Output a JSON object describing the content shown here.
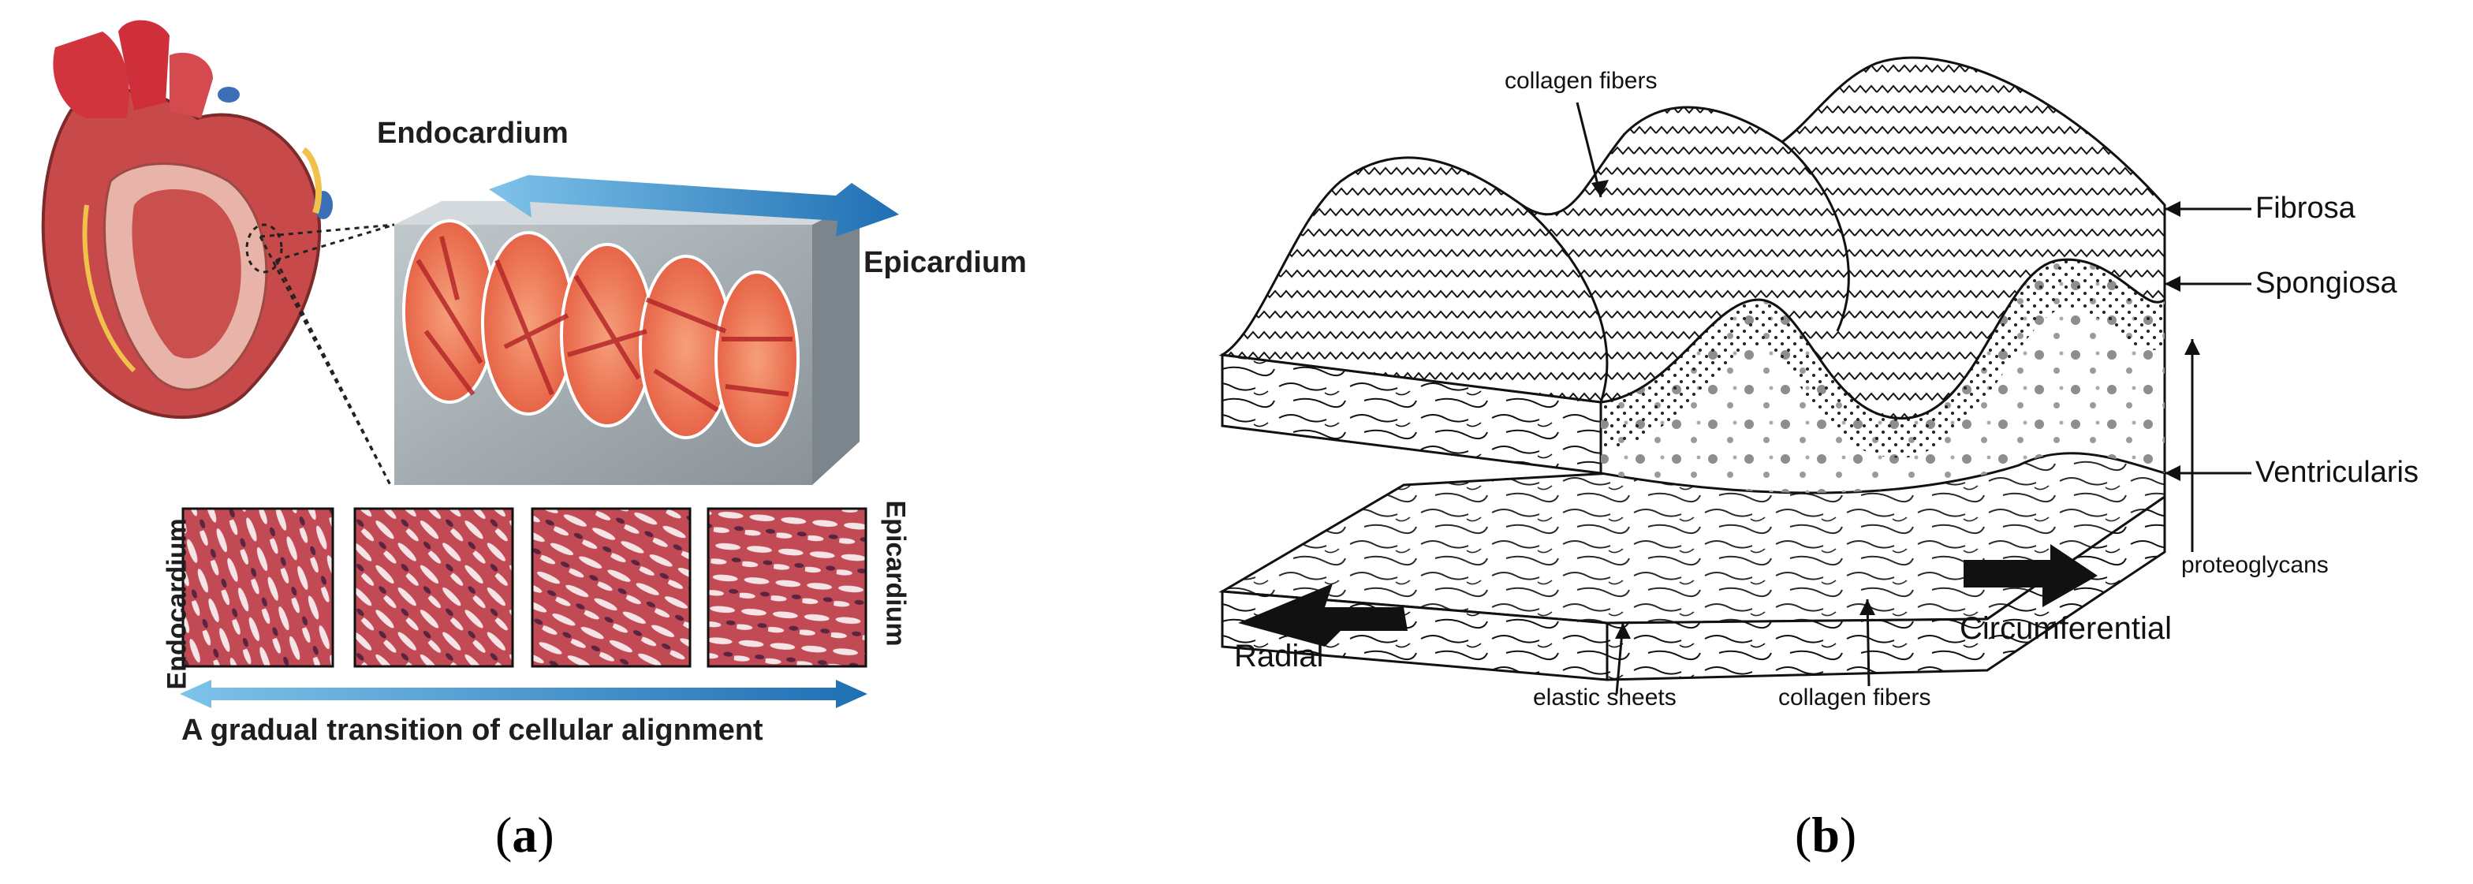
{
  "panel_a": {
    "label_endocardium": "Endocardium",
    "label_epicardium": "Epicardium",
    "vertical_left": "Endocardium",
    "vertical_right": "Epicardium",
    "bottom_caption": "A gradual transition of cellular alignment",
    "caption_letter": "a",
    "colors": {
      "arrow_blue": "#2f86c8",
      "muscle_red": "#d9453a",
      "box_grey": "#9aa3a8",
      "tissue_pink": "#c9575e"
    }
  },
  "panel_b": {
    "labels": {
      "collagen_top": "collagen fibers",
      "fibrosa": "Fibrosa",
      "spongiosa": "Spongiosa",
      "ventricularis": "Ventricularis",
      "proteoglycans": "proteoglycans",
      "radial": "Radial",
      "circumferential": "Circumferential",
      "elastic_sheets": "elastic sheets",
      "collagen_bottom": "collagen fibers"
    },
    "caption_letter": "b"
  }
}
